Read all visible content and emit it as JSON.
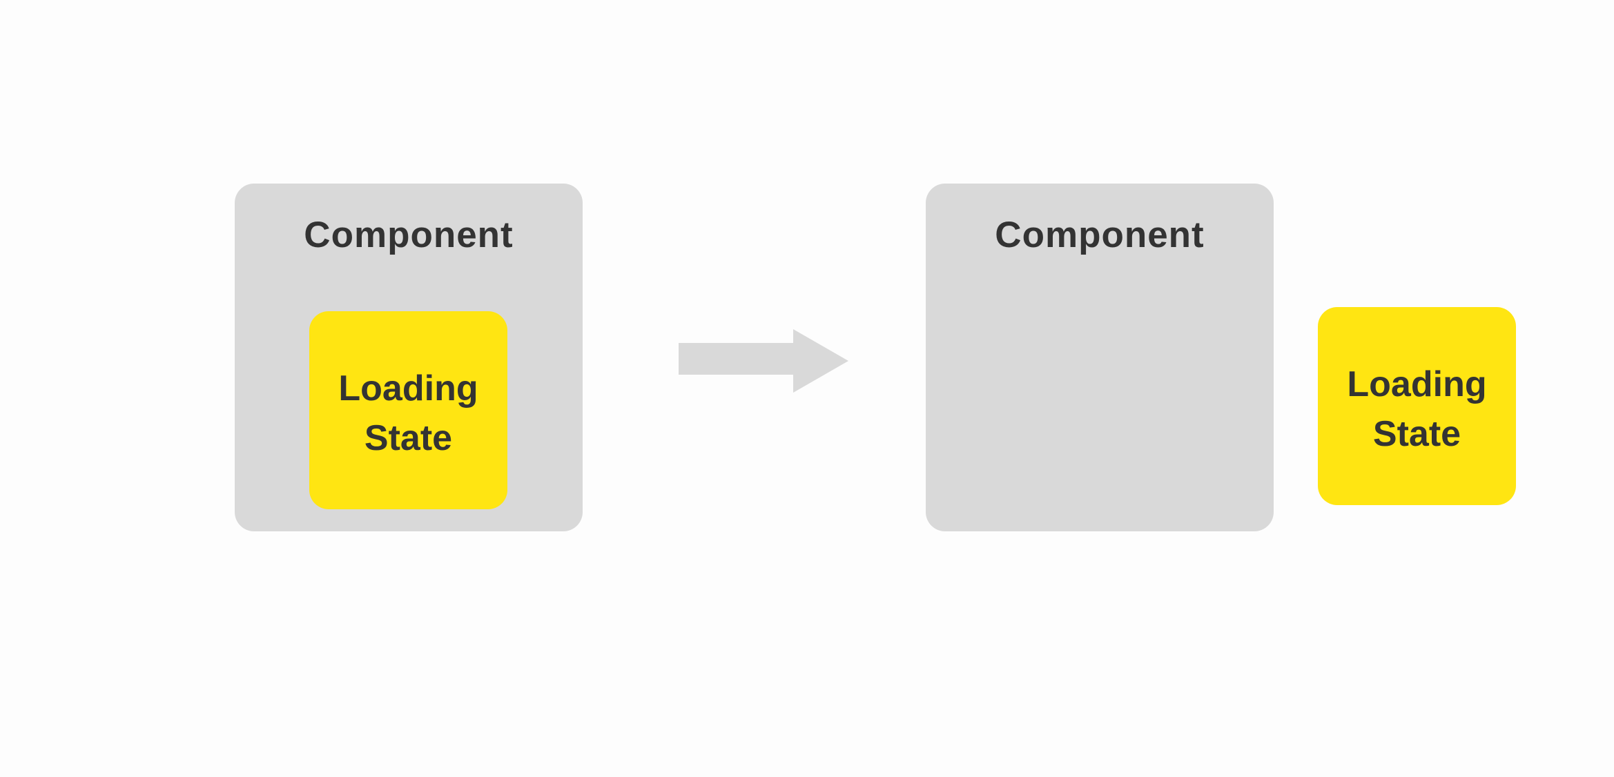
{
  "diagram": {
    "left": {
      "component_label": "Component",
      "loading_state_line1": "Loading",
      "loading_state_line2": "State"
    },
    "right": {
      "component_label": "Component",
      "loading_state_line1": "Loading",
      "loading_state_line2": "State"
    },
    "arrow": {
      "direction": "right",
      "icon": "arrow-right-icon"
    },
    "colors": {
      "background": "#fdfdfd",
      "component": "#d9d9d9",
      "loading_state": "#ffe512",
      "text": "#333333",
      "arrow": "#d9d9d9"
    }
  }
}
